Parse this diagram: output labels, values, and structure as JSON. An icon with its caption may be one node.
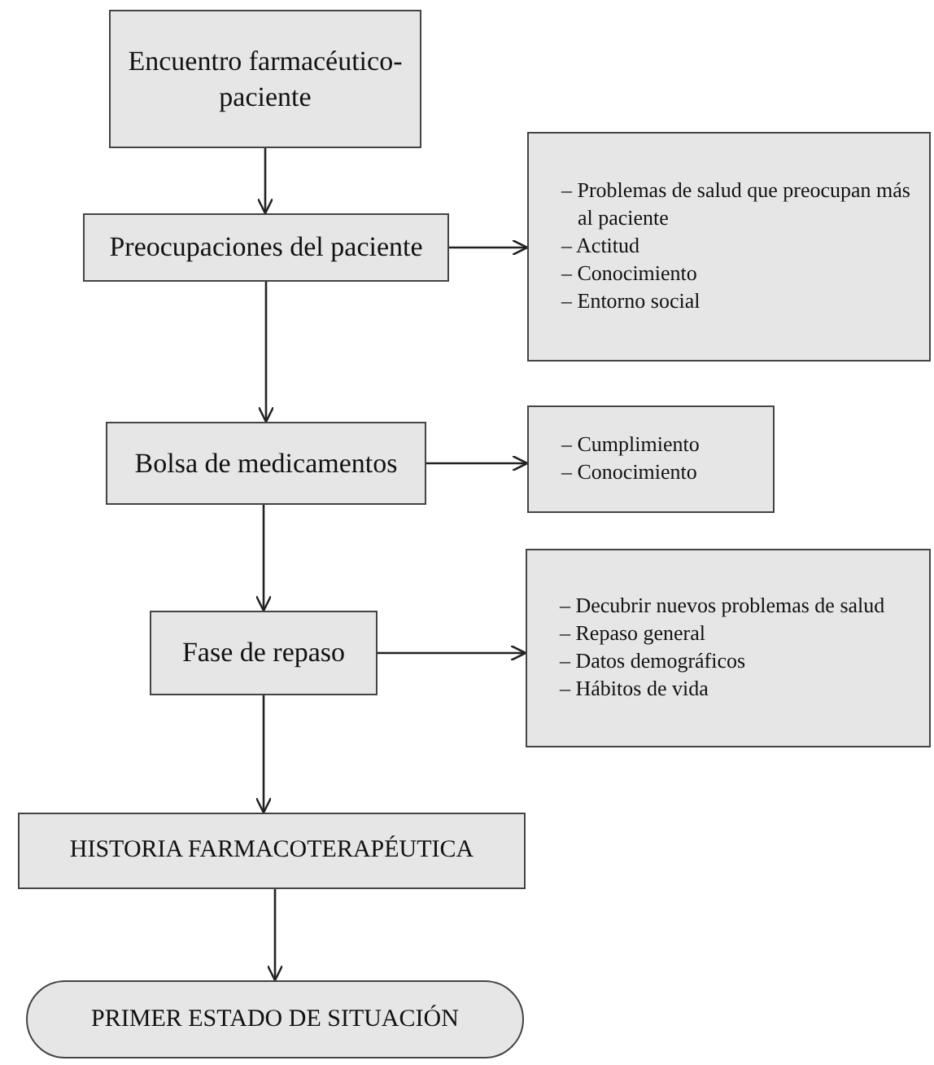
{
  "diagram": {
    "nodes": [
      {
        "text": [
          "Encuentro farmacéutico-paciente"
        ]
      },
      {
        "text": [
          "Preocupaciones del paciente"
        ]
      },
      {
        "text": [
          "– Problemas de salud que preocupan más al paciente",
          "– Actitud",
          "– Conocimiento",
          "– Entorno social"
        ]
      },
      {
        "text": [
          "Bolsa de medicamentos"
        ]
      },
      {
        "text": [
          "– Cumplimiento",
          "– Conocimiento"
        ]
      },
      {
        "text": [
          "Fase de repaso"
        ]
      },
      {
        "text": [
          "– Decubrir nuevos problemas de salud",
          "– Repaso general",
          "– Datos demográficos",
          "– Hábitos de vida"
        ]
      },
      {
        "text": [
          "HISTORIA FARMACOTERAPÉUTICA"
        ]
      },
      {
        "text": [
          "PRIMER ESTADO DE SITUACIÓN"
        ]
      }
    ],
    "edges": [
      {
        "from": 0,
        "to": 1,
        "arrow": "to"
      },
      {
        "from": 1,
        "to": 2,
        "arrow": "to"
      },
      {
        "from": 1,
        "to": 3,
        "arrow": "to"
      },
      {
        "from": 3,
        "to": 4,
        "arrow": "to"
      },
      {
        "from": 3,
        "to": 5,
        "arrow": "to"
      },
      {
        "from": 5,
        "to": 6,
        "arrow": "to"
      },
      {
        "from": 5,
        "to": 7,
        "arrow": "to"
      },
      {
        "from": 7,
        "to": 8,
        "arrow": "to"
      }
    ]
  }
}
